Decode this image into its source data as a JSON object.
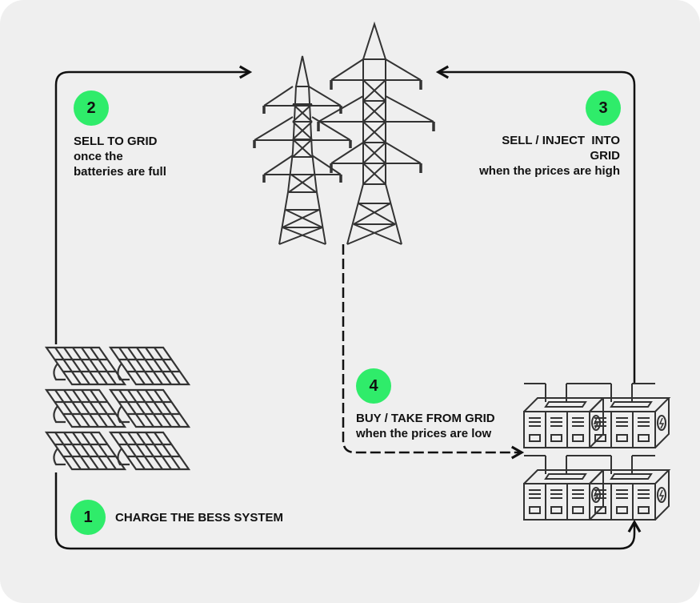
{
  "colors": {
    "background": "#efefef",
    "accent": "#2fec6a",
    "line": "#111111",
    "icon": "#333333"
  },
  "steps": [
    {
      "number": "1",
      "title": "CHARGE THE BESS SYSTEM",
      "subtitle": ""
    },
    {
      "number": "2",
      "title": "SELL TO GRID",
      "subtitle_lines": [
        "once the",
        "batteries are full"
      ]
    },
    {
      "number": "3",
      "title_lines": [
        "SELL / INJECT  INTO",
        "GRID"
      ],
      "subtitle": "when the prices are high"
    },
    {
      "number": "4",
      "title": "BUY / TAKE FROM GRID",
      "subtitle": "when the prices are low"
    }
  ],
  "icons": {
    "grid": "transmission-towers",
    "solar": "solar-panels",
    "battery": "battery-storage-units"
  }
}
